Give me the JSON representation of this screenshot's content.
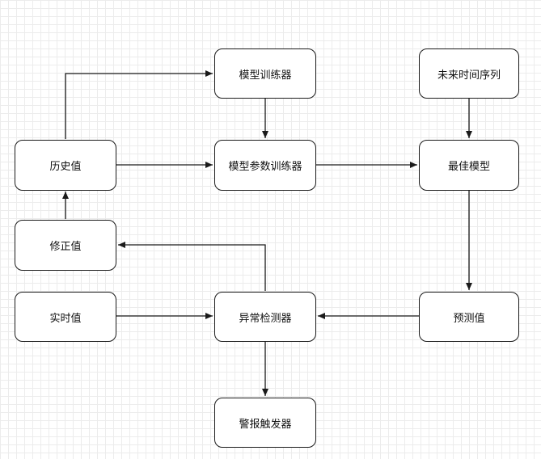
{
  "diagram": {
    "nodes": {
      "model_trainer": "模型训练器",
      "future_series": "未来时间序列",
      "history": "历史值",
      "param_trainer": "模型参数训练器",
      "best_model": "最佳模型",
      "corrected": "修正值",
      "realtime": "实时值",
      "anomaly_detector": "异常检测器",
      "predicted": "预测值",
      "alarm_trigger": "警报触发器"
    },
    "edges": [
      {
        "from": "history",
        "to": "model_trainer"
      },
      {
        "from": "model_trainer",
        "to": "param_trainer"
      },
      {
        "from": "history",
        "to": "param_trainer"
      },
      {
        "from": "param_trainer",
        "to": "best_model"
      },
      {
        "from": "future_series",
        "to": "best_model"
      },
      {
        "from": "best_model",
        "to": "predicted"
      },
      {
        "from": "predicted",
        "to": "anomaly_detector"
      },
      {
        "from": "realtime",
        "to": "anomaly_detector"
      },
      {
        "from": "anomaly_detector",
        "to": "corrected"
      },
      {
        "from": "corrected",
        "to": "history"
      },
      {
        "from": "anomaly_detector",
        "to": "alarm_trigger"
      }
    ],
    "colors": {
      "stroke": "#1a1a1a",
      "node_fill": "#ffffff",
      "grid": "#ececec"
    }
  }
}
